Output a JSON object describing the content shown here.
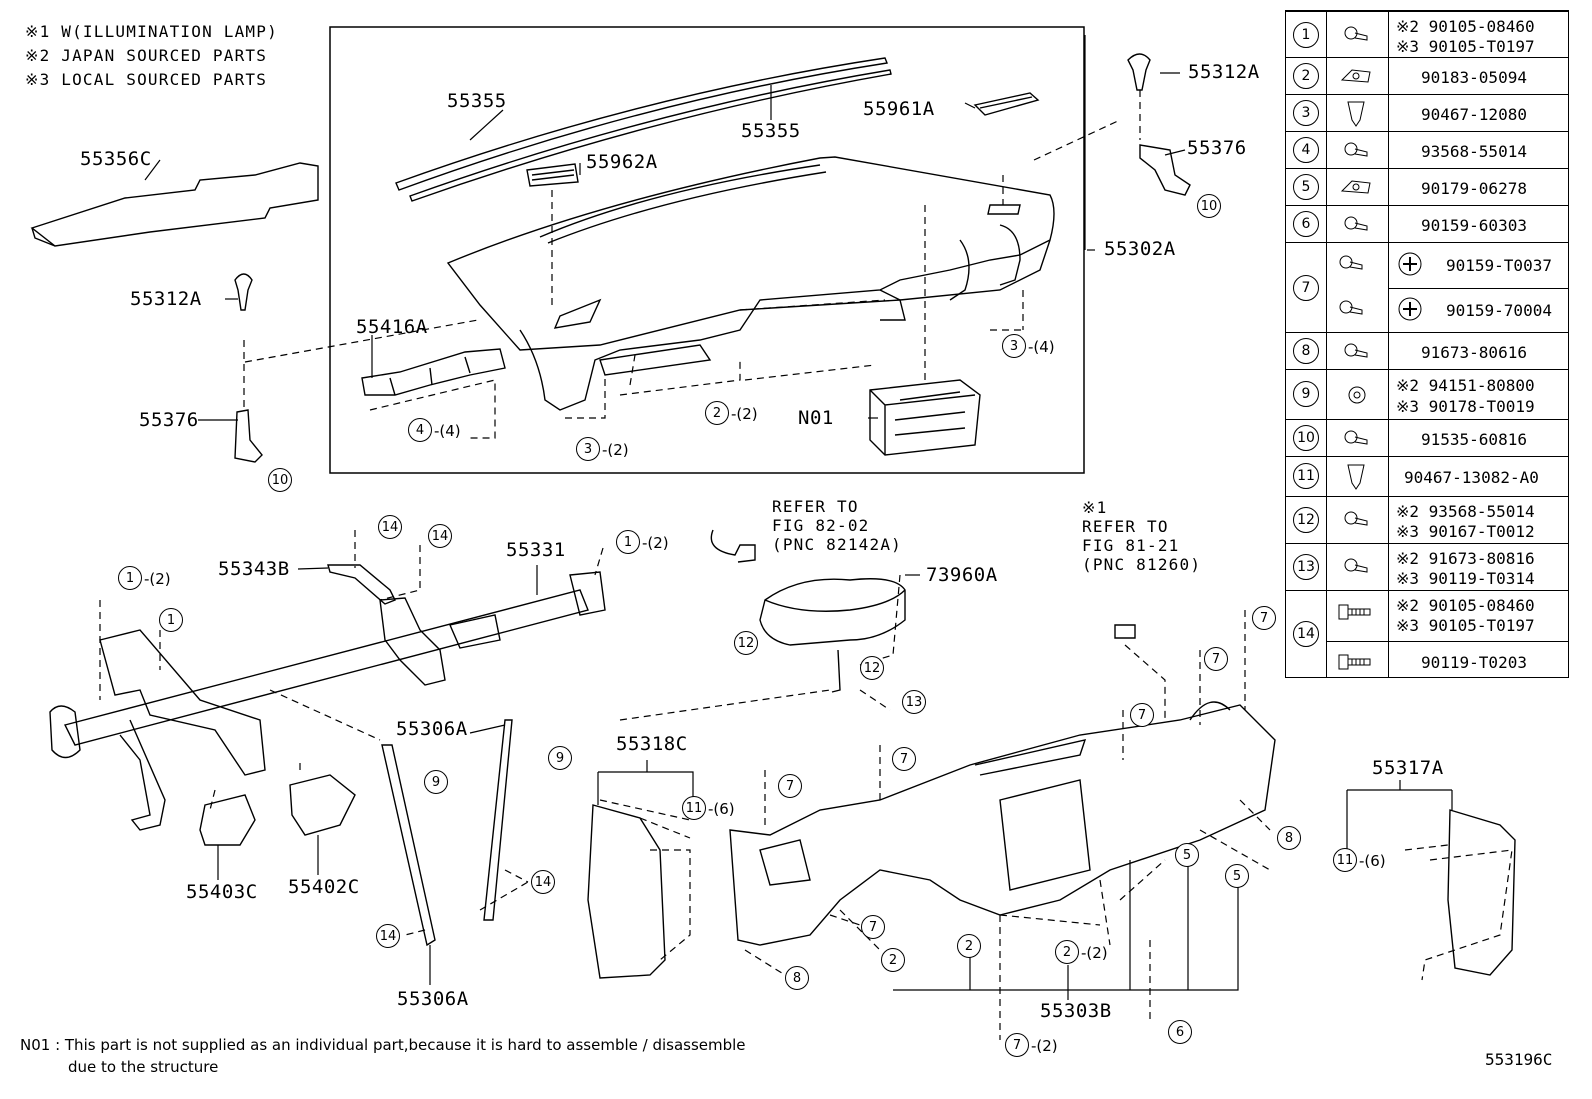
{
  "notes": {
    "n1": "※1 W(ILLUMINATION LAMP)",
    "n2": "※2 JAPAN SOURCED PARTS",
    "n3": "※3 LOCAL SOURCED PARTS"
  },
  "labels": {
    "p55355a": "55355",
    "p55355b": "55355",
    "p55961A": "55961A",
    "p55962A": "55962A",
    "p55356C": "55356C",
    "p55312A_left": "55312A",
    "p55312A_right": "55312A",
    "p55376_left": "55376",
    "p55376_right": "55376",
    "p55302A": "55302A",
    "p55416A": "55416A",
    "pN01": "N01",
    "p55343B": "55343B",
    "p55331": "55331",
    "p73960A": "73960A",
    "p55306A_top": "55306A",
    "p55306A_bottom": "55306A",
    "p55318C": "55318C",
    "p55317A": "55317A",
    "p55403C": "55403C",
    "p55402C": "55402C",
    "p55303B": "55303B"
  },
  "refs": {
    "fig82": [
      "REFER TO",
      "FIG 82-02",
      "(PNC 82142A)"
    ],
    "fig81": [
      "※1",
      "REFER TO",
      "FIG 81-21",
      "(PNC 81260)"
    ]
  },
  "qty": {
    "q4": "-(4)",
    "q2": "-(2)",
    "q6": "-(6)"
  },
  "callouts": [
    "1",
    "2",
    "3",
    "4",
    "5",
    "6",
    "7",
    "8",
    "9",
    "10",
    "11",
    "12",
    "13",
    "14"
  ],
  "legend": [
    {
      "num": "1",
      "icon": "bolt",
      "parts": [
        "※2  90105-08460",
        "※3  90105-T0197"
      ]
    },
    {
      "num": "2",
      "icon": "nut-clip",
      "parts": [
        "90183-05094"
      ]
    },
    {
      "num": "3",
      "icon": "clip",
      "parts": [
        "90467-12080"
      ]
    },
    {
      "num": "4",
      "icon": "bolt",
      "parts": [
        "93568-55014"
      ]
    },
    {
      "num": "5",
      "icon": "nut-clip",
      "parts": [
        "90179-06278"
      ]
    },
    {
      "num": "6",
      "icon": "bolt",
      "parts": [
        "90159-60303"
      ]
    },
    {
      "num": "7",
      "icon": "bolt-double",
      "parts": [
        "90159-T0037",
        "90159-70004"
      ]
    },
    {
      "num": "8",
      "icon": "bolt",
      "parts": [
        "91673-80616"
      ]
    },
    {
      "num": "9",
      "icon": "nut",
      "parts": [
        "※2 94151-80800",
        "※3 90178-T0019"
      ]
    },
    {
      "num": "10",
      "icon": "bolt",
      "parts": [
        "91535-60816"
      ]
    },
    {
      "num": "11",
      "icon": "clip",
      "parts": [
        "90467-13082-A0"
      ]
    },
    {
      "num": "12",
      "icon": "bolt",
      "parts": [
        "※2 93568-55014",
        "※3 90167-T0012"
      ]
    },
    {
      "num": "13",
      "icon": "bolt",
      "parts": [
        "※2 91673-80816",
        "※3 90119-T0314"
      ]
    },
    {
      "num": "14",
      "icon": "bolt-long",
      "parts": [
        "※2  90105-08460",
        "※3  90105-T0197",
        "90119-T0203"
      ]
    }
  ],
  "footnote": {
    "line1": "N01 : This part is not supplied as an individual part,because it is hard to assemble / disassemble",
    "line2": "due to the structure"
  },
  "figure_id": "553196C"
}
